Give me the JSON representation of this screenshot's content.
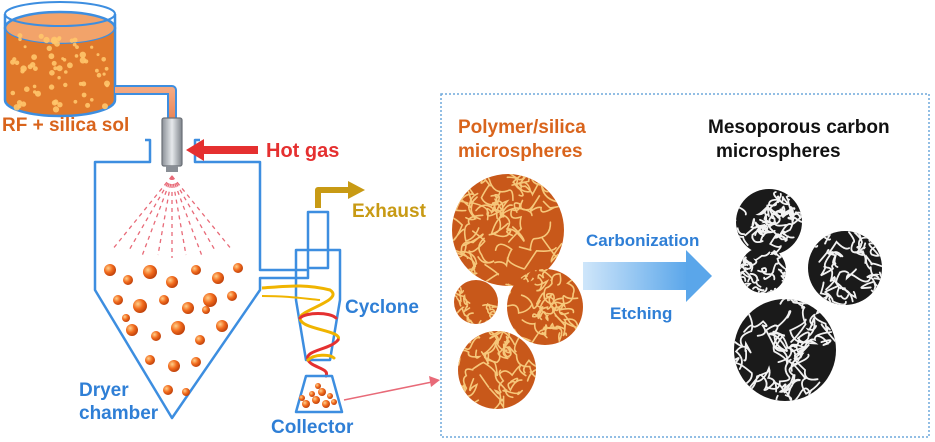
{
  "labels": {
    "feed": "RF + silica sol",
    "hot_gas": "Hot gas",
    "exhaust": "Exhaust",
    "cyclone": "Cyclone",
    "dryer_line1": "Dryer",
    "dryer_line2": "chamber",
    "collector": "Collector",
    "polymer_line1": "Polymer/silica",
    "polymer_line2": "microspheres",
    "carbon_line1": "Mesoporous carbon",
    "carbon_line2": "microspheres",
    "carbonization": "Carbonization",
    "etching": "Etching"
  },
  "colors": {
    "vessel_outline": "#3d8ee0",
    "sol": "#e0782a",
    "droplet": "#f26b1d",
    "hot_gas_arrow": "#e53030",
    "exhaust_arrow": "#c89a14",
    "cyclone_spiral_red": "#e53030",
    "cyclone_spiral_gold": "#f0b400",
    "process_arrow": "#7fbdf0",
    "inset_border": "#6fa8dc",
    "polymer_sphere": "#c8581a",
    "carbon_sphere": "#1a1a1a"
  }
}
